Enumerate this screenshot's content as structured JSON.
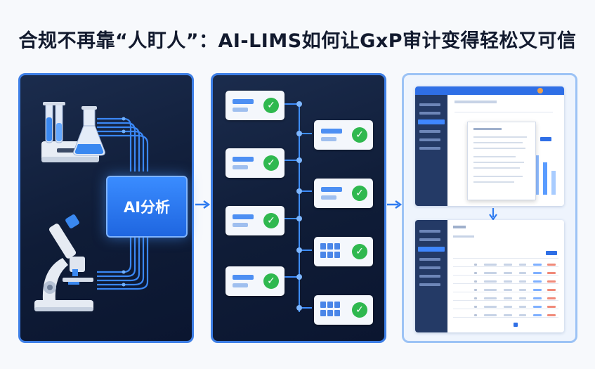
{
  "title": "合规不再靠“人盯人”：AI-LIMS如何让GxP审计变得轻松又可信",
  "ai_box_label": "AI分析",
  "colors": {
    "accent": "#2f6fe6",
    "check": "#2fb84f",
    "panel_dark": "#0f1c37"
  },
  "middle_panel": {
    "left_cards": [
      "form",
      "form",
      "form",
      "form"
    ],
    "right_cards": [
      "form",
      "form",
      "grid",
      "grid"
    ]
  },
  "icons": [
    "test-tubes-icon",
    "flask-icon",
    "microscope-icon",
    "checkmark-icon",
    "arrow-right-icon",
    "arrow-down-icon"
  ]
}
